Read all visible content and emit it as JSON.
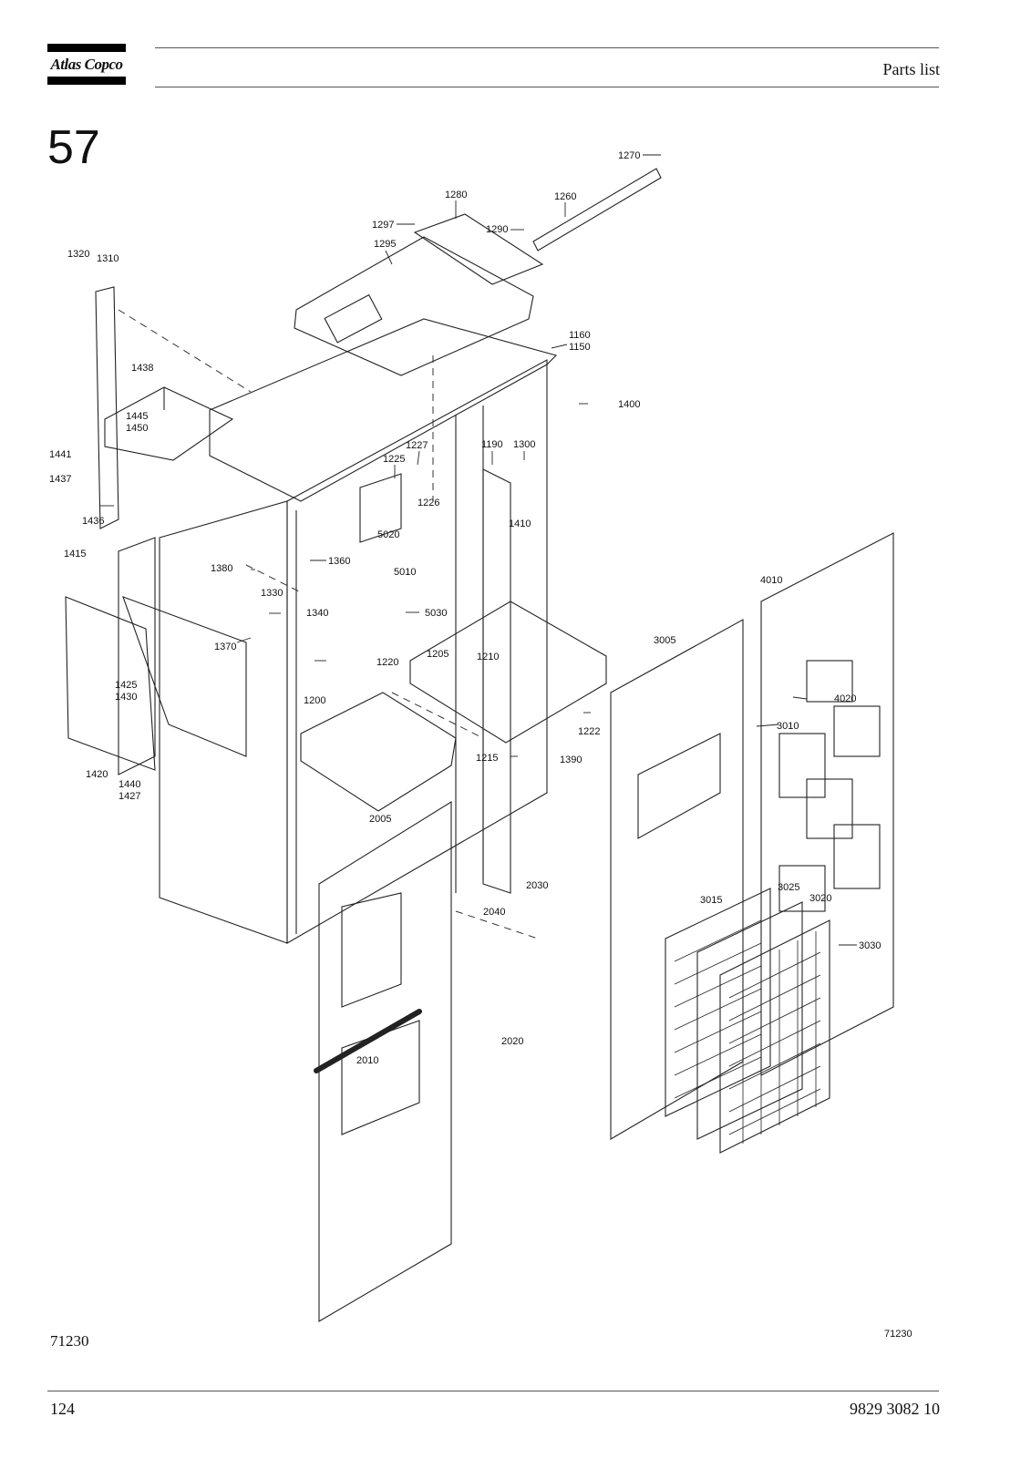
{
  "header": {
    "logo_text": "Atlas Copco",
    "title": "Parts list"
  },
  "section_number": "57",
  "figure": {
    "id_left": "71230",
    "id_right": "71230"
  },
  "callouts": [
    "1270",
    "1280",
    "1260",
    "1297",
    "1290",
    "1295",
    "1320",
    "1310",
    "1160",
    "1150",
    "1400",
    "1438",
    "1445",
    "1450",
    "1441",
    "1437",
    "1227",
    "1225",
    "1190",
    "1300",
    "1226",
    "1410",
    "1436",
    "1415",
    "5020",
    "1380",
    "1360",
    "5010",
    "1330",
    "1340",
    "5030",
    "4010",
    "1370",
    "1205",
    "1220",
    "1210",
    "3005",
    "1425",
    "1430",
    "4020",
    "1200",
    "3010",
    "1222",
    "1215",
    "1390",
    "1420",
    "1440",
    "1427",
    "2005",
    "2030",
    "2040",
    "3025",
    "3015",
    "3020",
    "3030",
    "2020",
    "2010"
  ],
  "footer": {
    "page_number": "124",
    "doc_number": "9829 3082 10"
  }
}
